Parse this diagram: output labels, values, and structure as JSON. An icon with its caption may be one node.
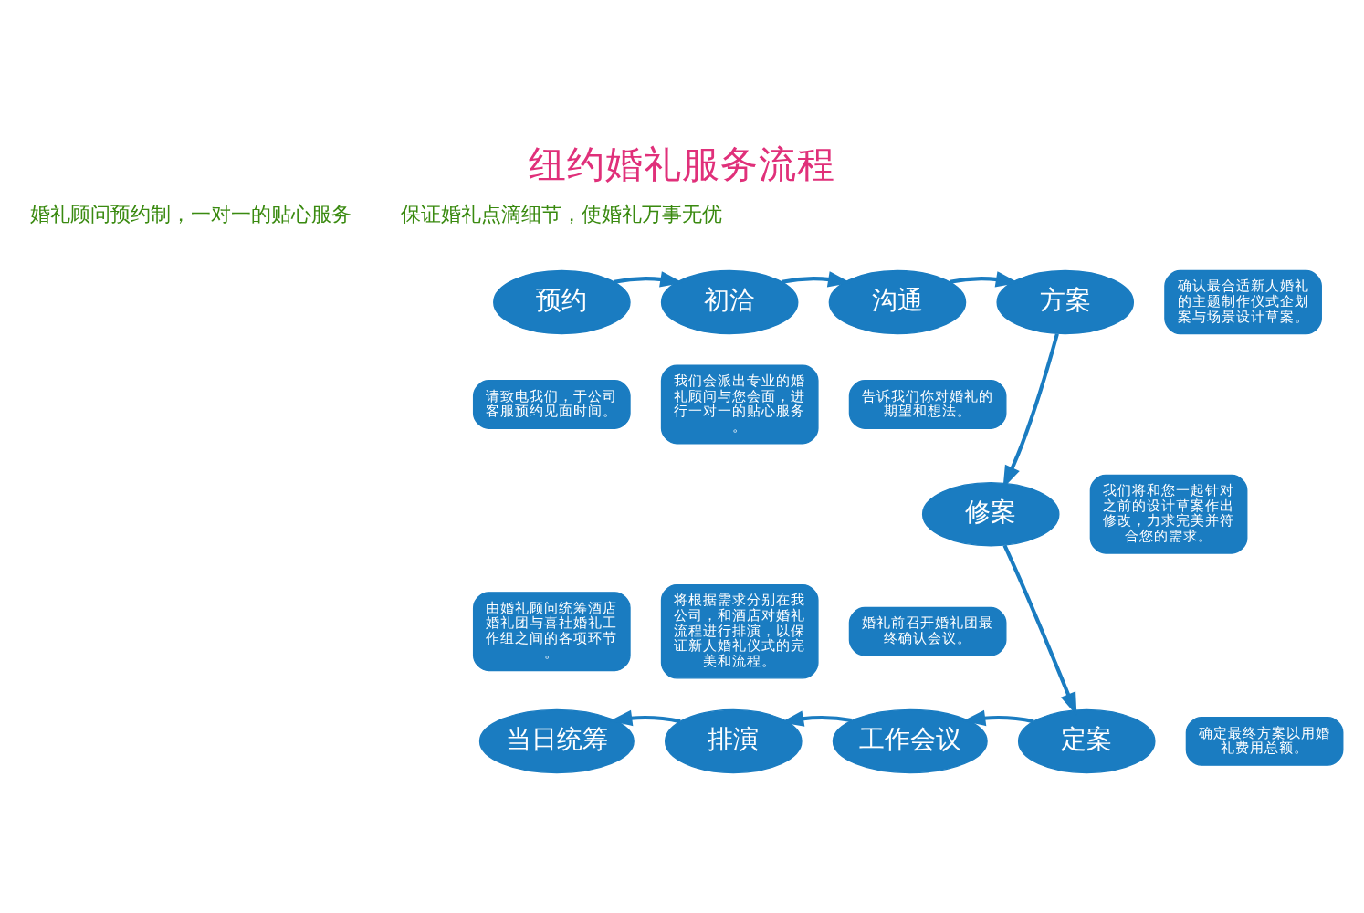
{
  "diagram": {
    "title": "纽约婚礼服务流程",
    "nodes": [
      {
        "text": [
          "预约"
        ]
      },
      {
        "text": [
          "初洽"
        ]
      },
      {
        "text": [
          "沟通"
        ]
      },
      {
        "text": [
          "方案"
        ]
      },
      {
        "text": [
          "修案"
        ]
      },
      {
        "text": [
          "定案"
        ]
      },
      {
        "text": [
          "工作会议"
        ]
      },
      {
        "text": [
          "排演"
        ]
      },
      {
        "text": [
          "当日统筹"
        ]
      },
      {
        "text": [
          "请致电我们，于公司客服预约见面时间。"
        ]
      },
      {
        "text": [
          "我们会派出专业的婚礼顾问与您会面，进行一对一的贴心服务。"
        ]
      },
      {
        "text": [
          "告诉我们你对婚礼的期望和想法。"
        ]
      },
      {
        "text": [
          "确认最合适新人婚礼的主题制作仪式企划案与场景设计草案。"
        ]
      },
      {
        "text": [
          "我们将和您一起针对之前的设计草案作出修改，力求完美并符合您的需求。"
        ]
      },
      {
        "text": [
          "由婚礼顾问统筹酒店婚礼团与喜社婚礼工作组之间的各项环节。"
        ]
      },
      {
        "text": [
          "将根据需求分别在我公司，和酒店对婚礼流程进行排演，以保证新人婚礼仪式的完美和流程。"
        ]
      },
      {
        "text": [
          "婚礼前召开婚礼团最终确认会议。"
        ]
      },
      {
        "text": [
          "确定最终方案以用婚礼费用总额。"
        ]
      }
    ],
    "edges": [
      {
        "from": 0,
        "to": 1,
        "arrow": "to"
      },
      {
        "from": 1,
        "to": 2,
        "arrow": "to"
      },
      {
        "from": 2,
        "to": 3,
        "arrow": "to"
      },
      {
        "from": 3,
        "to": 4,
        "arrow": "to"
      },
      {
        "from": 4,
        "to": 5,
        "arrow": "to"
      },
      {
        "from": 5,
        "to": 6,
        "arrow": "to"
      },
      {
        "from": 6,
        "to": 7,
        "arrow": "to"
      },
      {
        "from": 7,
        "to": 8,
        "arrow": "to"
      }
    ],
    "labels": [
      "婚礼顾问预约制，一对一的贴心服务",
      "保证婚礼点滴细节，使婚礼万事无优"
    ]
  }
}
